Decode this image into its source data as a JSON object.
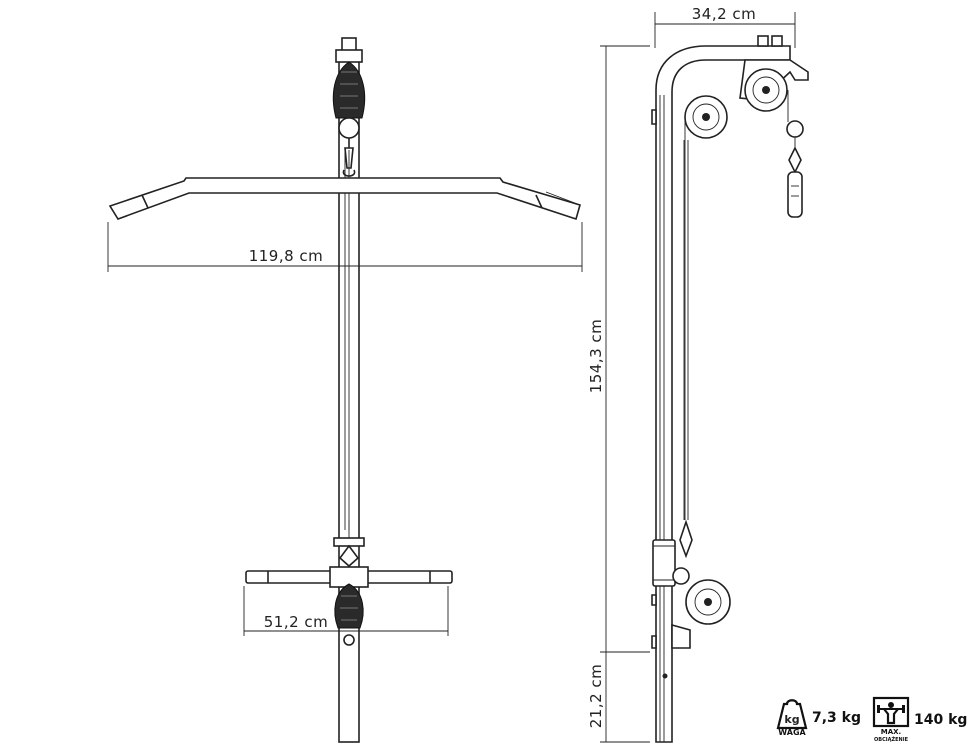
{
  "dimensions": {
    "bar_width": "119,8 cm",
    "foot_bar_width": "51,2 cm",
    "depth": "34,2 cm",
    "height": "154,3 cm",
    "lower_height": "21,2 cm"
  },
  "specs": {
    "weight_value": "7,3 kg",
    "weight_icon_text": "kg",
    "weight_label": "WAGA",
    "max_load_value": "140 kg",
    "max_load_label_line1": "MAX.",
    "max_load_label_line2": "OBCIĄŻENIE"
  }
}
